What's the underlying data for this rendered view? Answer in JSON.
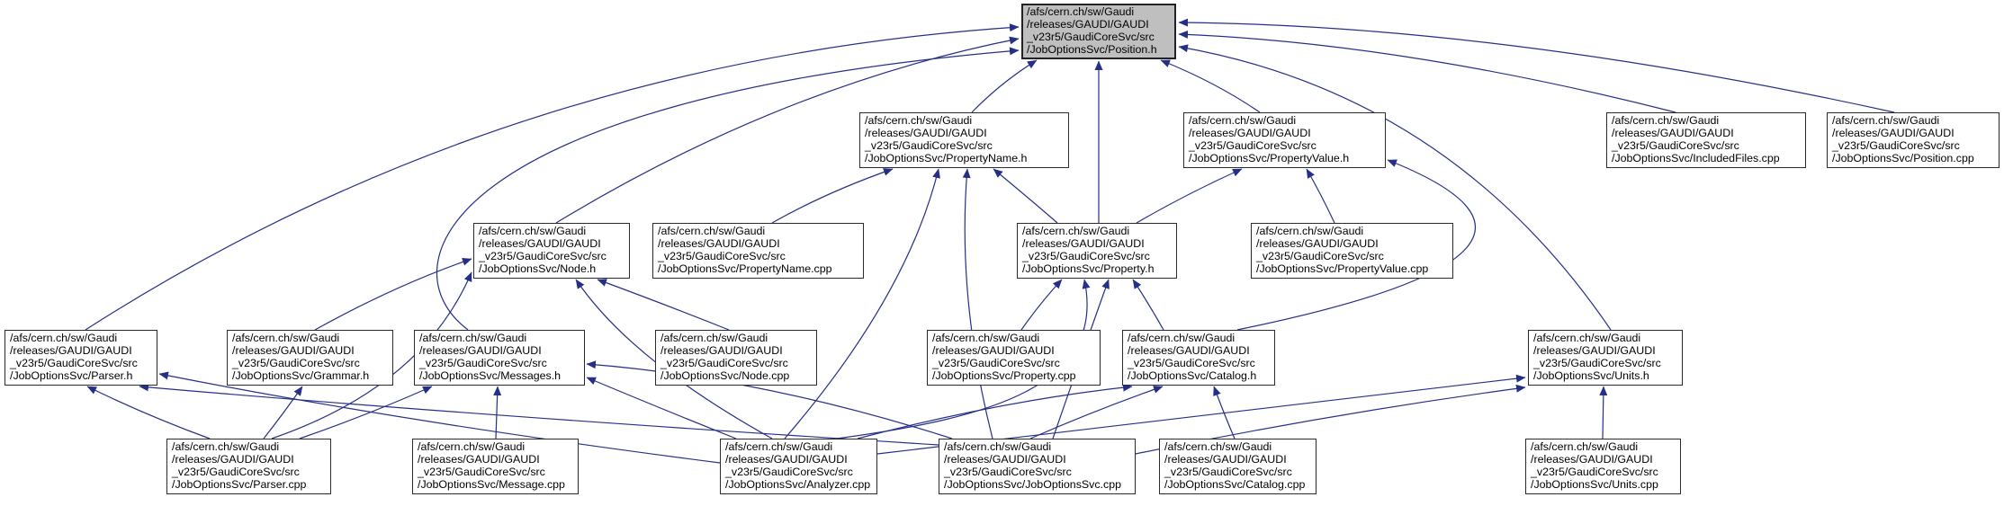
{
  "graph": {
    "kind": "included-by-dependency-graph",
    "edge_color": "#252F88",
    "selected_fill": "#BFBFBF",
    "selected_node": "position_h",
    "nodes": [
      {
        "id": "position_h",
        "selected": true,
        "lines": [
          "/afs/cern.ch/sw/Gaudi",
          "/releases/GAUDI/GAUDI",
          "_v23r5/GaudiCoreSvc/src",
          "/JobOptionsSvc/Position.h"
        ]
      },
      {
        "id": "propertyname_h",
        "selected": false,
        "lines": [
          "/afs/cern.ch/sw/Gaudi",
          "/releases/GAUDI/GAUDI",
          "_v23r5/GaudiCoreSvc/src",
          "/JobOptionsSvc/PropertyName.h"
        ]
      },
      {
        "id": "propertyvalue_h",
        "selected": false,
        "lines": [
          "/afs/cern.ch/sw/Gaudi",
          "/releases/GAUDI/GAUDI",
          "_v23r5/GaudiCoreSvc/src",
          "/JobOptionsSvc/PropertyValue.h"
        ]
      },
      {
        "id": "includedfiles_cpp",
        "selected": false,
        "lines": [
          "/afs/cern.ch/sw/Gaudi",
          "/releases/GAUDI/GAUDI",
          "_v23r5/GaudiCoreSvc/src",
          "/JobOptionsSvc/IncludedFiles.cpp"
        ]
      },
      {
        "id": "position_cpp",
        "selected": false,
        "lines": [
          "/afs/cern.ch/sw/Gaudi",
          "/releases/GAUDI/GAUDI",
          "_v23r5/GaudiCoreSvc/src",
          "/JobOptionsSvc/Position.cpp"
        ]
      },
      {
        "id": "node_h",
        "selected": false,
        "lines": [
          "/afs/cern.ch/sw/Gaudi",
          "/releases/GAUDI/GAUDI",
          "_v23r5/GaudiCoreSvc/src",
          "/JobOptionsSvc/Node.h"
        ]
      },
      {
        "id": "propertyname_cpp",
        "selected": false,
        "lines": [
          "/afs/cern.ch/sw/Gaudi",
          "/releases/GAUDI/GAUDI",
          "_v23r5/GaudiCoreSvc/src",
          "/JobOptionsSvc/PropertyName.cpp"
        ]
      },
      {
        "id": "property_h",
        "selected": false,
        "lines": [
          "/afs/cern.ch/sw/Gaudi",
          "/releases/GAUDI/GAUDI",
          "_v23r5/GaudiCoreSvc/src",
          "/JobOptionsSvc/Property.h"
        ]
      },
      {
        "id": "propertyvalue_cpp",
        "selected": false,
        "lines": [
          "/afs/cern.ch/sw/Gaudi",
          "/releases/GAUDI/GAUDI",
          "_v23r5/GaudiCoreSvc/src",
          "/JobOptionsSvc/PropertyValue.cpp"
        ]
      },
      {
        "id": "parser_h",
        "selected": false,
        "lines": [
          "/afs/cern.ch/sw/Gaudi",
          "/releases/GAUDI/GAUDI",
          "_v23r5/GaudiCoreSvc/src",
          "/JobOptionsSvc/Parser.h"
        ]
      },
      {
        "id": "grammar_h",
        "selected": false,
        "lines": [
          "/afs/cern.ch/sw/Gaudi",
          "/releases/GAUDI/GAUDI",
          "_v23r5/GaudiCoreSvc/src",
          "/JobOptionsSvc/Grammar.h"
        ]
      },
      {
        "id": "messages_h",
        "selected": false,
        "lines": [
          "/afs/cern.ch/sw/Gaudi",
          "/releases/GAUDI/GAUDI",
          "_v23r5/GaudiCoreSvc/src",
          "/JobOptionsSvc/Messages.h"
        ]
      },
      {
        "id": "node_cpp",
        "selected": false,
        "lines": [
          "/afs/cern.ch/sw/Gaudi",
          "/releases/GAUDI/GAUDI",
          "_v23r5/GaudiCoreSvc/src",
          "/JobOptionsSvc/Node.cpp"
        ]
      },
      {
        "id": "property_cpp",
        "selected": false,
        "lines": [
          "/afs/cern.ch/sw/Gaudi",
          "/releases/GAUDI/GAUDI",
          "_v23r5/GaudiCoreSvc/src",
          "/JobOptionsSvc/Property.cpp"
        ]
      },
      {
        "id": "catalog_h",
        "selected": false,
        "lines": [
          "/afs/cern.ch/sw/Gaudi",
          "/releases/GAUDI/GAUDI",
          "_v23r5/GaudiCoreSvc/src",
          "/JobOptionsSvc/Catalog.h"
        ]
      },
      {
        "id": "units_h",
        "selected": false,
        "lines": [
          "/afs/cern.ch/sw/Gaudi",
          "/releases/GAUDI/GAUDI",
          "_v23r5/GaudiCoreSvc/src",
          "/JobOptionsSvc/Units.h"
        ]
      },
      {
        "id": "parser_cpp",
        "selected": false,
        "lines": [
          "/afs/cern.ch/sw/Gaudi",
          "/releases/GAUDI/GAUDI",
          "_v23r5/GaudiCoreSvc/src",
          "/JobOptionsSvc/Parser.cpp"
        ]
      },
      {
        "id": "message_cpp",
        "selected": false,
        "lines": [
          "/afs/cern.ch/sw/Gaudi",
          "/releases/GAUDI/GAUDI",
          "_v23r5/GaudiCoreSvc/src",
          "/JobOptionsSvc/Message.cpp"
        ]
      },
      {
        "id": "analyzer_cpp",
        "selected": false,
        "lines": [
          "/afs/cern.ch/sw/Gaudi",
          "/releases/GAUDI/GAUDI",
          "_v23r5/GaudiCoreSvc/src",
          "/JobOptionsSvc/Analyzer.cpp"
        ]
      },
      {
        "id": "joboptionssvc_cpp",
        "selected": false,
        "lines": [
          "/afs/cern.ch/sw/Gaudi",
          "/releases/GAUDI/GAUDI",
          "_v23r5/GaudiCoreSvc/src",
          "/JobOptionsSvc/JobOptionsSvc.cpp"
        ]
      },
      {
        "id": "catalog_cpp",
        "selected": false,
        "lines": [
          "/afs/cern.ch/sw/Gaudi",
          "/releases/GAUDI/GAUDI",
          "_v23r5/GaudiCoreSvc/src",
          "/JobOptionsSvc/Catalog.cpp"
        ]
      },
      {
        "id": "units_cpp",
        "selected": false,
        "lines": [
          "/afs/cern.ch/sw/Gaudi",
          "/releases/GAUDI/GAUDI",
          "_v23r5/GaudiCoreSvc/src",
          "/JobOptionsSvc/Units.cpp"
        ]
      }
    ],
    "edges": [
      {
        "from": "propertyname_h",
        "to": "position_h"
      },
      {
        "from": "property_h",
        "to": "position_h"
      },
      {
        "from": "propertyvalue_h",
        "to": "position_h"
      },
      {
        "from": "includedfiles_cpp",
        "to": "position_h"
      },
      {
        "from": "position_cpp",
        "to": "position_h"
      },
      {
        "from": "units_h",
        "to": "position_h"
      },
      {
        "from": "parser_h",
        "to": "position_h"
      },
      {
        "from": "node_h",
        "to": "position_h"
      },
      {
        "from": "messages_h",
        "to": "position_h"
      },
      {
        "from": "property_h",
        "to": "propertyname_h"
      },
      {
        "from": "propertyname_cpp",
        "to": "propertyname_h"
      },
      {
        "from": "analyzer_cpp",
        "to": "propertyname_h"
      },
      {
        "from": "joboptionssvc_cpp",
        "to": "propertyname_h"
      },
      {
        "from": "property_h",
        "to": "propertyvalue_h"
      },
      {
        "from": "propertyvalue_cpp",
        "to": "propertyvalue_h"
      },
      {
        "from": "catalog_h",
        "to": "propertyvalue_h"
      },
      {
        "from": "property_cpp",
        "to": "property_h"
      },
      {
        "from": "catalog_h",
        "to": "property_h"
      },
      {
        "from": "analyzer_cpp",
        "to": "property_h"
      },
      {
        "from": "joboptionssvc_cpp",
        "to": "property_h"
      },
      {
        "from": "grammar_h",
        "to": "node_h"
      },
      {
        "from": "parser_cpp",
        "to": "node_h"
      },
      {
        "from": "node_cpp",
        "to": "node_h"
      },
      {
        "from": "analyzer_cpp",
        "to": "node_h"
      },
      {
        "from": "message_cpp",
        "to": "messages_h"
      },
      {
        "from": "parser_cpp",
        "to": "messages_h"
      },
      {
        "from": "analyzer_cpp",
        "to": "messages_h"
      },
      {
        "from": "joboptionssvc_cpp",
        "to": "messages_h"
      },
      {
        "from": "parser_cpp",
        "to": "parser_h"
      },
      {
        "from": "analyzer_cpp",
        "to": "parser_h"
      },
      {
        "from": "joboptionssvc_cpp",
        "to": "parser_h"
      },
      {
        "from": "parser_cpp",
        "to": "grammar_h"
      },
      {
        "from": "catalog_cpp",
        "to": "catalog_h"
      },
      {
        "from": "joboptionssvc_cpp",
        "to": "catalog_h"
      },
      {
        "from": "analyzer_cpp",
        "to": "catalog_h"
      },
      {
        "from": "units_cpp",
        "to": "units_h"
      },
      {
        "from": "analyzer_cpp",
        "to": "units_h"
      },
      {
        "from": "joboptionssvc_cpp",
        "to": "units_h"
      }
    ]
  }
}
